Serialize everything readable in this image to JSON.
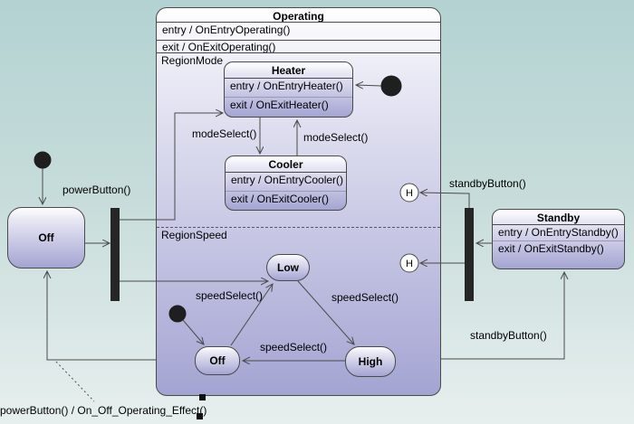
{
  "diagram": {
    "type": "uml-state-machine",
    "operating": {
      "title": "Operating",
      "entry": "entry / OnEntryOperating()",
      "exit": "exit / OnExitOperating()",
      "region_mode_label": "RegionMode",
      "region_speed_label": "RegionSpeed"
    },
    "heater": {
      "title": "Heater",
      "entry": "entry / OnEntryHeater()",
      "exit": "exit / OnExitHeater()"
    },
    "cooler": {
      "title": "Cooler",
      "entry": "entry / OnEntryCooler()",
      "exit": "exit / OnExitCooler()"
    },
    "standby": {
      "title": "Standby",
      "entry": "entry / OnEntryStandby()",
      "exit": "exit / OnExitStandby()"
    },
    "off_main_label": "Off",
    "low_label": "Low",
    "off_speed_label": "Off",
    "high_label": "High",
    "history_label": "H",
    "transitions": {
      "power_button": "powerButton()",
      "mode_select_heater_to_cooler": "modeSelect()",
      "mode_select_cooler_to_heater": "modeSelect()",
      "speed_select_off_to_low": "speedSelect()",
      "speed_select_low_to_high": "speedSelect()",
      "speed_select_high_to_off": "speedSelect()",
      "standby_button_top": "standbyButton()",
      "standby_button_bottom": "standbyButton()",
      "power_off_effect": "powerButton()  / On_Off_Operating_Effect()"
    },
    "colors": {
      "background_top": "#b3d2d2",
      "background_bottom": "#e7efee",
      "state_fill_top": "#ffffff",
      "state_fill_bottom": "#a4a4d3",
      "state_border": "#4a4a4a",
      "connector": "#4a4a4a",
      "bar_fill": "#262626",
      "dot_fill": "#1f1f1f",
      "history_fill": "#ffffff"
    }
  }
}
